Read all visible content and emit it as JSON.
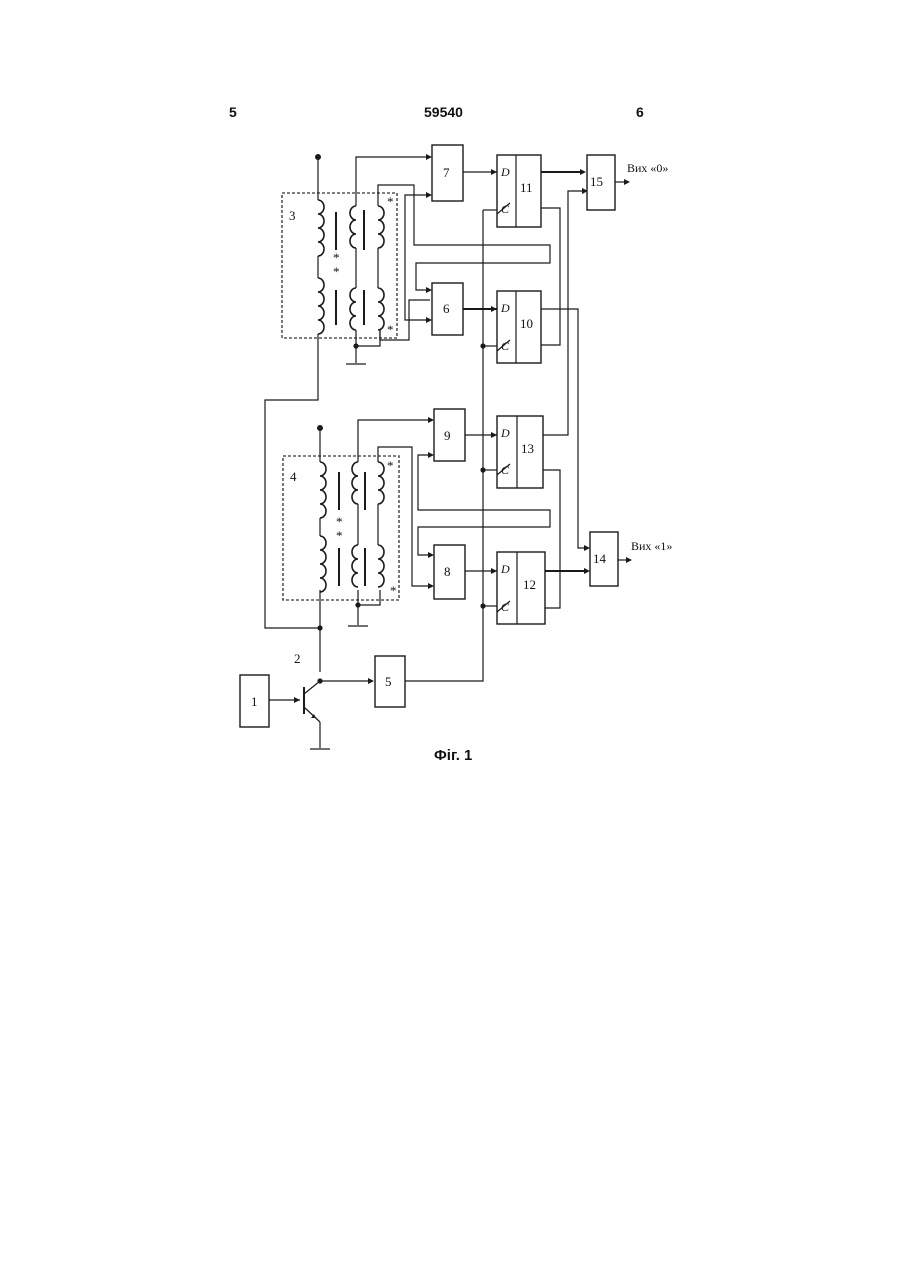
{
  "header": {
    "page_left": "5",
    "patent_number": "59540",
    "page_right": "6"
  },
  "figure": {
    "caption": "Фіг. 1",
    "blocks": {
      "b1": "1",
      "b5": "5",
      "b6": "6",
      "b7": "7",
      "b8": "8",
      "b9": "9",
      "b10": "10",
      "b11": "11",
      "b12": "12",
      "b13": "13",
      "b14": "14",
      "b15": "15"
    },
    "transformer_labels": {
      "t3": "3",
      "t4": "4"
    },
    "transistor_label": "2",
    "flipflop_pins": {
      "d": "D",
      "c": "C"
    },
    "outputs": {
      "out0": "Вих «0»",
      "out1": "Вих «1»"
    },
    "polarity_mark": "*"
  }
}
